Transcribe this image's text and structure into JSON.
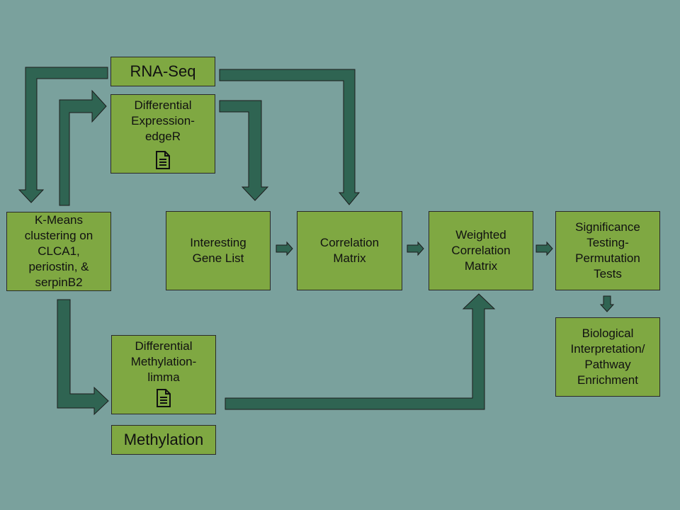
{
  "colors": {
    "background": "#7aa19d",
    "box_fill": "#7fa842",
    "arrow_fill": "#2f6452",
    "outline": "#2a2a2a"
  },
  "nodes": {
    "rnaseq": {
      "label": "RNA-Seq"
    },
    "diffexpr": {
      "label": "Differential\nExpression-\nedgeR",
      "icon": "document-icon"
    },
    "kmeans": {
      "label": "K-Means\nclustering on\nCLCA1,\nperiostin, &\nserpinB2"
    },
    "genelist": {
      "label": "Interesting\nGene List"
    },
    "corr": {
      "label": "Correlation\nMatrix"
    },
    "wcorr": {
      "label": "Weighted\nCorrelation\nMatrix"
    },
    "signif": {
      "label": "Significance\nTesting-\nPermutation\nTests"
    },
    "bio": {
      "label": "Biological\nInterpretation/\nPathway\nEnrichment"
    },
    "diffmeth": {
      "label": "Differential\nMethylation-\nlimma",
      "icon": "document-icon"
    },
    "methylation": {
      "label": "Methylation"
    }
  },
  "edges": [
    {
      "from": "RNA-Seq",
      "to": "K-Means clustering on CLCA1, periostin, & serpinB2"
    },
    {
      "from": "K-Means clustering on CLCA1, periostin, & serpinB2",
      "to": "Differential Expression-edgeR"
    },
    {
      "from": "Differential Expression-edgeR",
      "to": "Interesting Gene List"
    },
    {
      "from": "RNA-Seq",
      "to": "Correlation Matrix"
    },
    {
      "from": "Interesting Gene List",
      "to": "Correlation Matrix"
    },
    {
      "from": "Correlation Matrix",
      "to": "Weighted Correlation Matrix"
    },
    {
      "from": "Weighted Correlation Matrix",
      "to": "Significance Testing-Permutation Tests"
    },
    {
      "from": "Significance Testing-Permutation Tests",
      "to": "Biological Interpretation/Pathway Enrichment"
    },
    {
      "from": "K-Means clustering on CLCA1, periostin, & serpinB2",
      "to": "Differential Methylation-limma"
    },
    {
      "from": "Differential Methylation-limma",
      "to": "Weighted Correlation Matrix"
    }
  ]
}
